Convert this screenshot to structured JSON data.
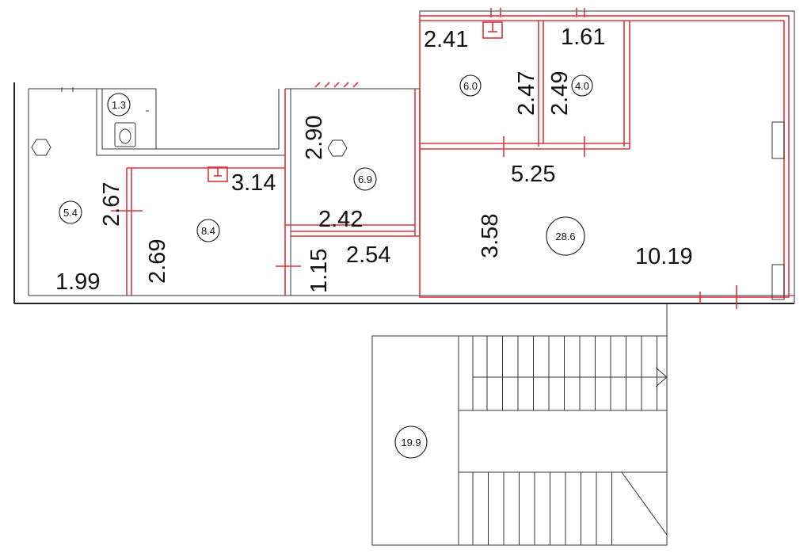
{
  "colors": {
    "wall": "#222222",
    "partition": "#e2323a",
    "background": "#ffffff"
  },
  "dimensions": {
    "d_2_41": "2.41",
    "d_1_61": "1.61",
    "d_2_47": "2.47",
    "d_2_49": "2.49",
    "d_2_90": "2.90",
    "d_3_14": "3.14",
    "d_5_25": "5.25",
    "d_2_67": "2.67",
    "d_2_42": "2.42",
    "d_3_58": "3.58",
    "d_2_69": "2.69",
    "d_1_15": "1.15",
    "d_2_54": "2.54",
    "d_10_19": "10.19",
    "d_1_99": "1.99"
  },
  "areas": {
    "a_1_3": "1.3",
    "a_6_0": "6.0",
    "a_4_0": "4.0",
    "a_6_9": "6.9",
    "a_5_4": "5.4",
    "a_8_4": "8.4",
    "a_28_6": "28.6",
    "a_19_9": "19.9"
  },
  "icons": [
    "hexagon-fixture-icon",
    "toilet-icon",
    "electric-panel-icon",
    "stair-direction-arrow-icon"
  ]
}
